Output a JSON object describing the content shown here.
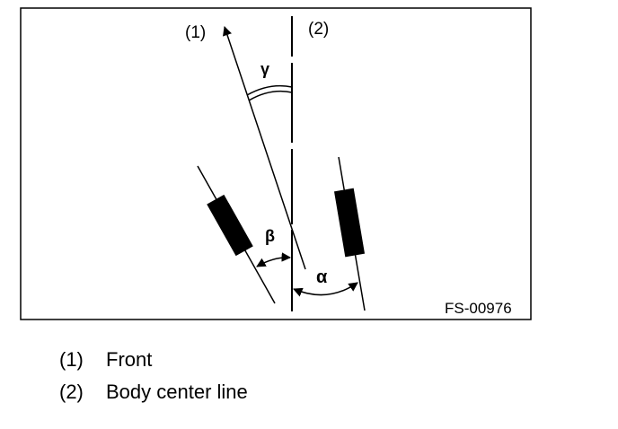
{
  "diagram": {
    "labels": {
      "front_marker": "(1)",
      "center_marker": "(2)",
      "gamma": "γ",
      "beta": "β",
      "alpha": "α"
    },
    "figure_code": "FS-00976"
  },
  "legend": [
    {
      "number": "(1)",
      "text": "Front"
    },
    {
      "number": "(2)",
      "text": "Body center line"
    }
  ]
}
